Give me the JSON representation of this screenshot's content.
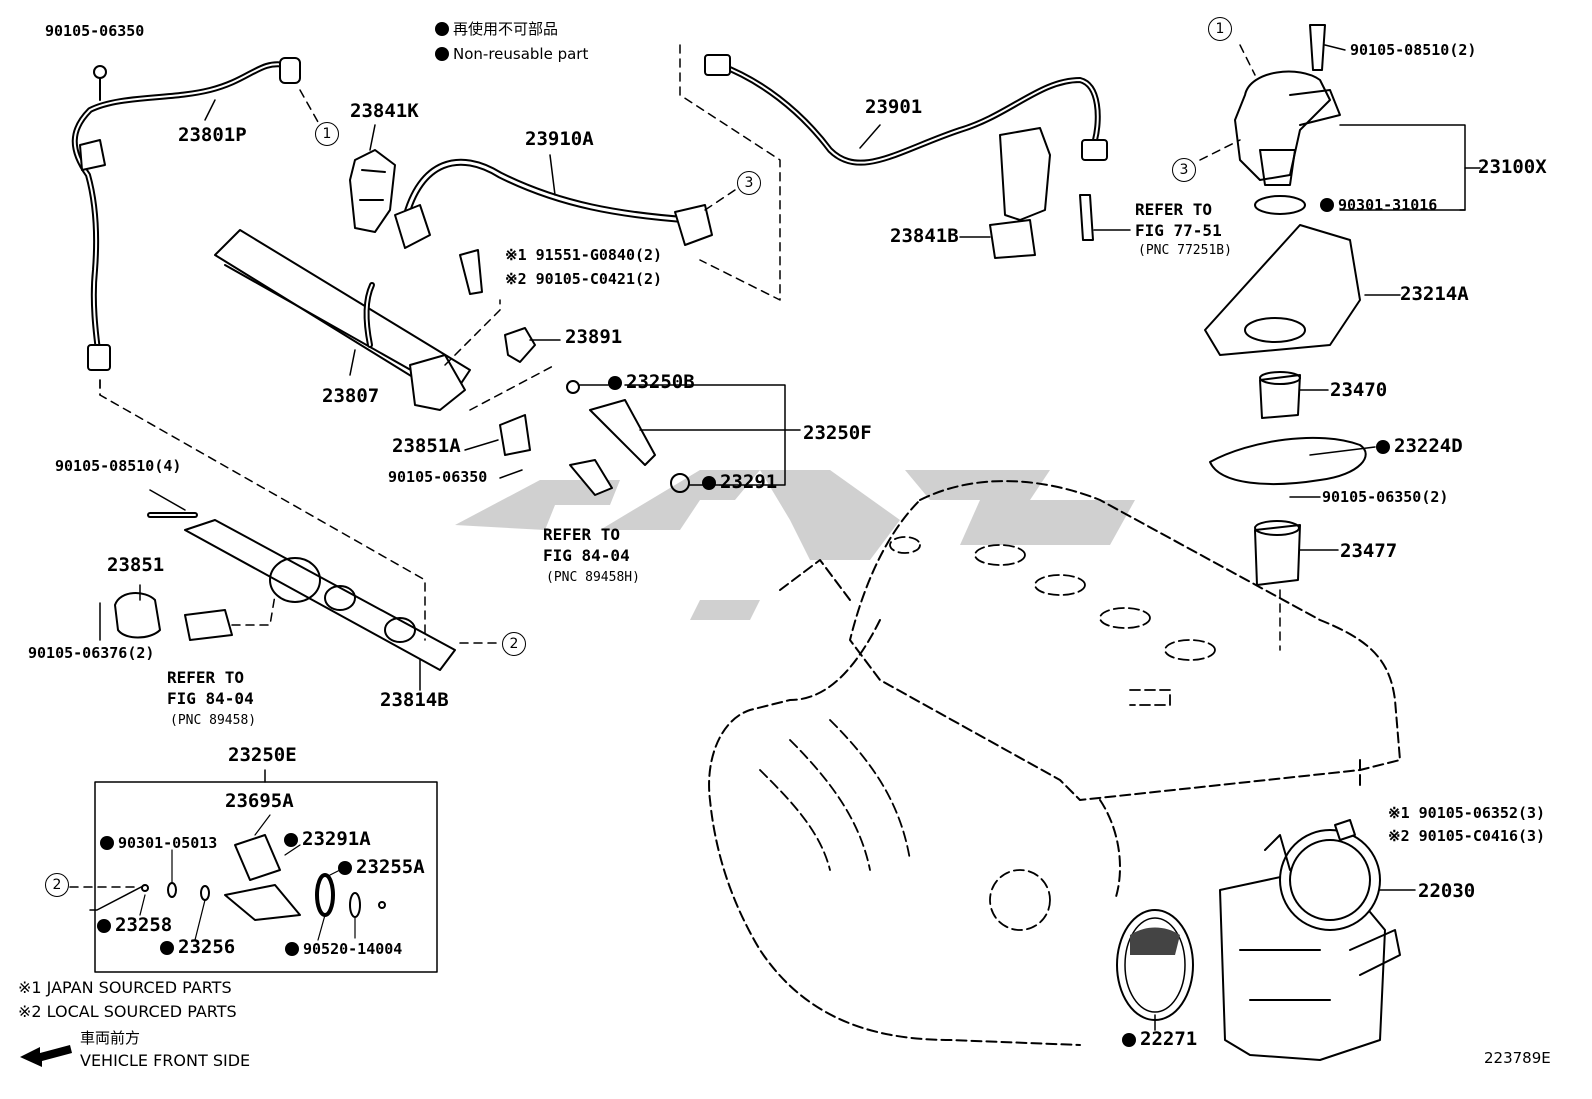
{
  "legend": {
    "nonreusable_jp": "再使用不可部品",
    "nonreusable_en": "Non-reusable part"
  },
  "callouts": {
    "c1": "1",
    "c2": "2",
    "c3": "3"
  },
  "parts": {
    "p_90105_06350_top": "90105-06350",
    "p_23801P": "23801P",
    "p_23841K": "23841K",
    "p_23910A": "23910A",
    "p_23901": "23901",
    "p_90105_08510_2": "90105-08510(2)",
    "p_23100X": "23100X",
    "p_90301_31016": "90301-31016",
    "p_23841B": "23841B",
    "p_ref_77_1": "REFER TO",
    "p_ref_77_2": "FIG 77-51",
    "p_ref_77_3": "(PNC 77251B)",
    "p_91551": "※1 91551-G0840(2)",
    "p_90105_C0421": "※2 90105-C0421(2)",
    "p_23214A": "23214A",
    "p_23891": "23891",
    "p_23807": "23807",
    "p_23250B": "23250B",
    "p_23250F": "23250F",
    "p_23851A": "23851A",
    "p_90105_06350_mid": "90105-06350",
    "p_23291": "23291",
    "p_23470": "23470",
    "p_23224D": "23224D",
    "p_90105_06350_2": "90105-06350(2)",
    "p_90105_08510_4": "90105-08510(4)",
    "p_ref_84a_1": "REFER TO",
    "p_ref_84a_2": "FIG 84-04",
    "p_ref_84a_3": "(PNC 89458H)",
    "p_23477": "23477",
    "p_23851": "23851",
    "p_90105_06376": "90105-06376(2)",
    "p_ref_84b_1": "REFER TO",
    "p_ref_84b_2": "FIG 84-04",
    "p_ref_84b_3": "(PNC 89458)",
    "p_23814B": "23814B",
    "p_23250E": "23250E",
    "p_23695A": "23695A",
    "p_90301_05013": "90301-05013",
    "p_23291A": "23291A",
    "p_23255A": "23255A",
    "p_23258": "23258",
    "p_23256": "23256",
    "p_90520_14004": "90520-14004",
    "p_90105_06352": "※1 90105-06352(3)",
    "p_90105_C0416": "※2 90105-C0416(3)",
    "p_22030": "22030",
    "p_22271": "22271"
  },
  "notes": {
    "japan": "※1 JAPAN SOURCED PARTS",
    "local": "※2 LOCAL SOURCED PARTS",
    "front_jp": "車両前方",
    "front_en": "VEHICLE FRONT SIDE"
  },
  "figure_id": "223789E"
}
